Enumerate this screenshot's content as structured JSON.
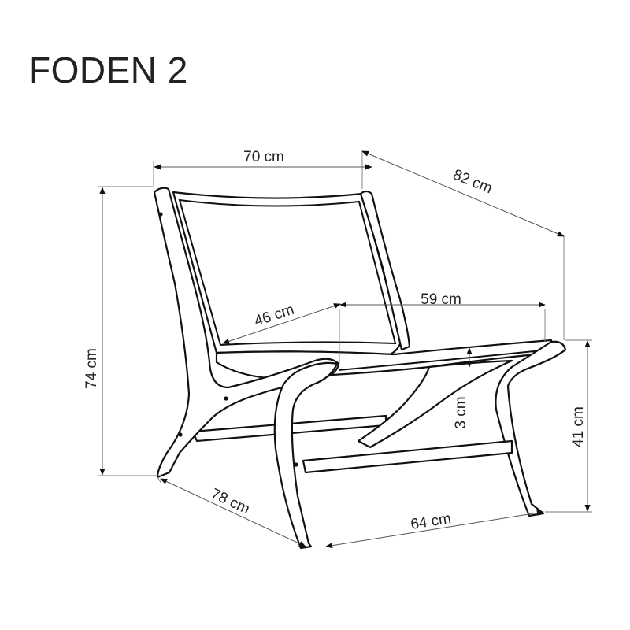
{
  "title": "FODEN 2",
  "dimensions": {
    "width": "70 cm",
    "depth_top": "82 cm",
    "height": "74 cm",
    "seat_depth": "46 cm",
    "seat_width": "59 cm",
    "seat_thickness": "3 cm",
    "seat_height": "41 cm",
    "base_depth": "78 cm",
    "base_width": "64 cm"
  },
  "colors": {
    "line": "#111111",
    "dimension": "#555555",
    "text": "#222222"
  }
}
